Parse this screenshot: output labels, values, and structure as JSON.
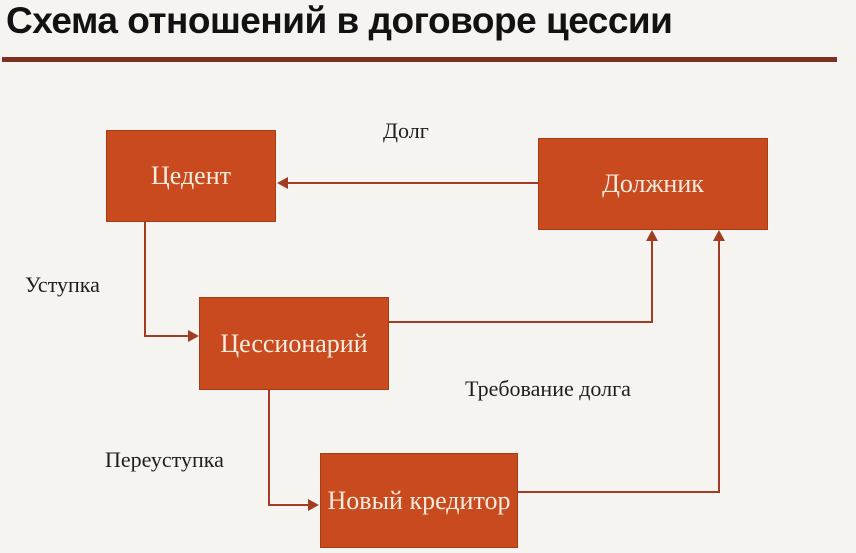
{
  "title": "Схема отношений в договоре цессии",
  "colors": {
    "background": "#f5f4f1",
    "node_fill": "#c84a1e",
    "node_border": "#a83d13",
    "node_text": "#f6ecdf",
    "connector": "#a23c22",
    "title_text": "#121212",
    "title_rule": "#7e3123",
    "label_text": "#1e1e1e"
  },
  "nodes": [
    {
      "id": "cedent",
      "label": "Цедент"
    },
    {
      "id": "debtor",
      "label": "Должник"
    },
    {
      "id": "cessionary",
      "label": "Цессионарий"
    },
    {
      "id": "new-creditor",
      "label": "Новый кредитор"
    }
  ],
  "edges": [
    {
      "id": "debt",
      "from": "Должник",
      "to": "Цедент",
      "label": "Долг"
    },
    {
      "id": "assignment",
      "from": "Цедент",
      "to": "Цессионарий",
      "label": "Уступка"
    },
    {
      "id": "cessionary-to-debtor",
      "from": "Цессионарий",
      "to": "Должник",
      "label": ""
    },
    {
      "id": "reassignment",
      "from": "Цессионарий",
      "to": "Новый кредитор",
      "label": "Переуступка"
    },
    {
      "id": "demand",
      "from": "Новый кредитор",
      "to": "Должник",
      "label": "Требование долга"
    }
  ]
}
